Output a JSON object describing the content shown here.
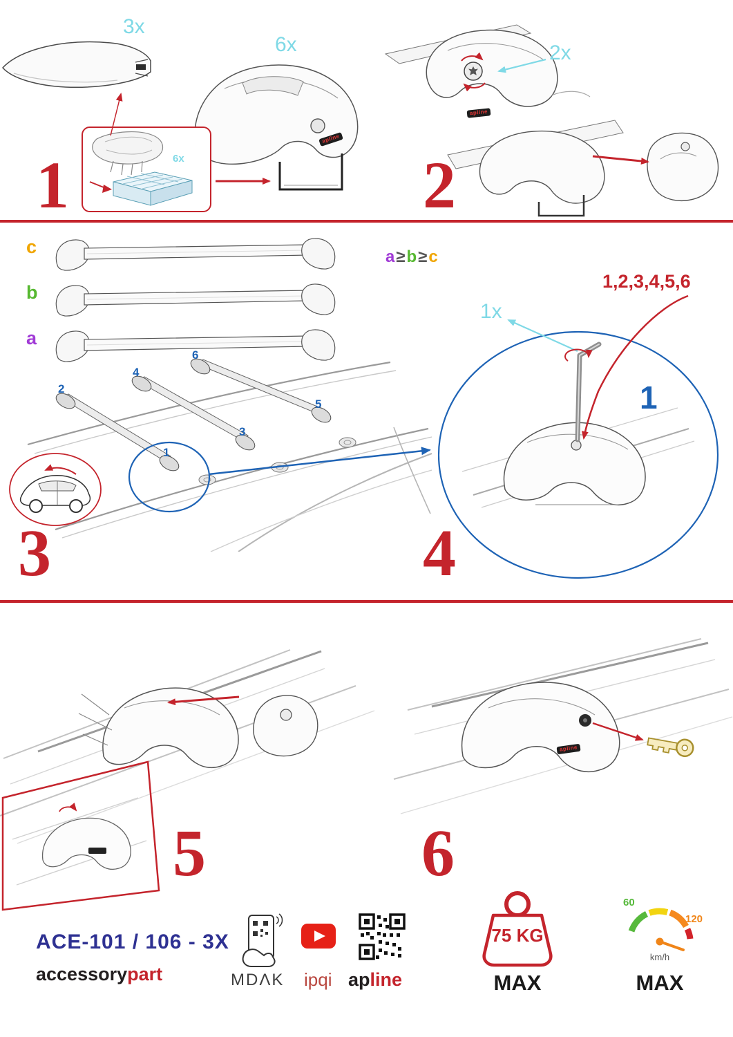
{
  "colors": {
    "red": "#c4242c",
    "cyan": "#7fd9e6",
    "blue": "#1e63b5",
    "purple": "#a13bd6",
    "green": "#56b830",
    "orange": "#f0a500",
    "navy": "#2e3192"
  },
  "steps": {
    "s1": {
      "num": "1",
      "bar_qty": "3x",
      "foot_qty": "6x",
      "pad_qty": "6x"
    },
    "s2": {
      "num": "2",
      "screw_qty": "2x"
    },
    "s3": {
      "num": "3",
      "label_c": "c",
      "label_b": "b",
      "label_a": "a",
      "rule": {
        "p1": "a",
        "p2": "≥",
        "p3": "b",
        "p4": "≥",
        "p5": "c"
      },
      "positions": [
        "1",
        "2",
        "3",
        "4",
        "5",
        "6"
      ]
    },
    "s4": {
      "num": "4",
      "key_qty": "1x",
      "sequence": "1,2,3,4,5,6",
      "first": "1"
    },
    "s5": {
      "num": "5"
    },
    "s6": {
      "num": "6"
    }
  },
  "brand": {
    "foot_logo": "apline"
  },
  "footer": {
    "model": "ACE-101 / 106 - 3X",
    "company": {
      "black": "accessory",
      "red": "part"
    },
    "mdak_label": "MDΛK",
    "ipqi_label": "ipqi",
    "apline": {
      "black": "ap",
      "red": "line"
    },
    "weight": {
      "value": "75 KG",
      "max": "MAX"
    },
    "gauge": {
      "low": "60",
      "high": "120",
      "unit": "km/h",
      "max": "MAX"
    }
  }
}
